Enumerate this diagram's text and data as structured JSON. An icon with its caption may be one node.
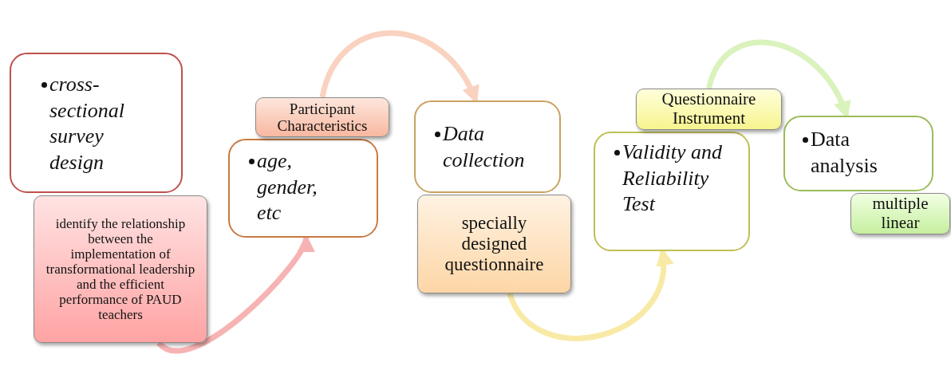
{
  "diagram": {
    "nodes": [
      {
        "text": [
          "cross-sectional survey design"
        ]
      },
      {
        "text": [
          "identify the relationship between the implementation of transformational leadership and the efficient performance of PAUD teachers"
        ]
      },
      {
        "text": [
          "Participant Characteristics"
        ]
      },
      {
        "text": [
          "age, gender, etc"
        ]
      },
      {
        "text": [
          "Data collection"
        ]
      },
      {
        "text": [
          "specially designed questionnaire"
        ]
      },
      {
        "text": [
          "Questionnaire Instrument"
        ]
      },
      {
        "text": [
          "Validity and Reliability Test"
        ]
      },
      {
        "text": [
          "Data analysis"
        ]
      },
      {
        "text": [
          "multiple linear"
        ]
      }
    ],
    "edges": [
      {
        "from": 1,
        "to": 3,
        "arrow": "to",
        "color": "#f7b3b3"
      },
      {
        "from": 2,
        "to": 4,
        "arrow": "to",
        "color": "#f9d2c0"
      },
      {
        "from": 5,
        "to": 7,
        "arrow": "to",
        "color": "#f8eaa6"
      },
      {
        "from": 6,
        "to": 8,
        "arrow": "to",
        "color": "#daf2bc"
      }
    ]
  }
}
